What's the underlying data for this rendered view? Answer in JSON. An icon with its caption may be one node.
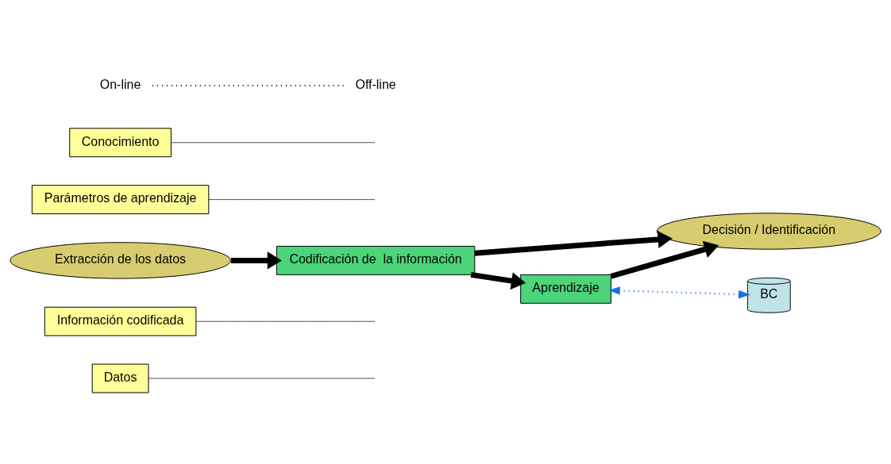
{
  "diagram": {
    "nodes": [
      {
        "text": [
          "Datos"
        ]
      },
      {
        "text": [
          "Información codificada"
        ]
      },
      {
        "text": [
          "Extracción de los datos"
        ]
      },
      {
        "text": [
          "Codificación de  la información"
        ]
      },
      {
        "text": [
          "Decisión / Identificación"
        ]
      },
      {
        "text": [
          "Parámetros de aprendizaje"
        ]
      },
      {
        "text": [
          "Aprendizaje"
        ]
      },
      {
        "text": [
          "BC"
        ]
      },
      {
        "text": [
          "Conocimiento"
        ]
      }
    ],
    "edges": [
      {
        "from": 2,
        "to": 3,
        "arrow": "to",
        "style": "thick"
      },
      {
        "from": 3,
        "to": 4,
        "arrow": "to",
        "style": "thick"
      },
      {
        "from": 3,
        "to": 6,
        "arrow": "to",
        "style": "thick"
      },
      {
        "from": 6,
        "to": 4,
        "arrow": "to",
        "style": "thick"
      },
      {
        "from": 6,
        "to": 7,
        "arrow": "both",
        "style": "dashed",
        "color": "#1f6fe8"
      },
      {
        "from": 0,
        "to": null,
        "arrow": "none"
      },
      {
        "from": 1,
        "to": null,
        "arrow": "none"
      },
      {
        "from": 5,
        "to": null,
        "arrow": "none"
      },
      {
        "from": 8,
        "to": null,
        "arrow": "none"
      }
    ],
    "labels": [
      "On-line",
      "Off-line"
    ]
  }
}
